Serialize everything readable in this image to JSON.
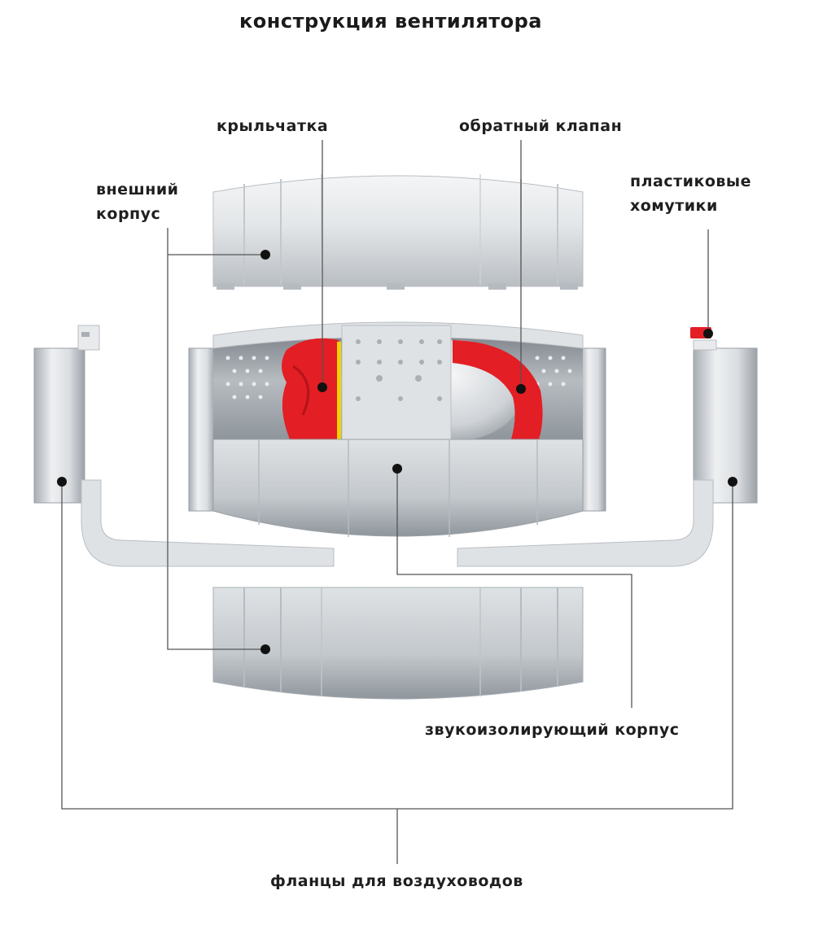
{
  "title": "конструкция вентилятора",
  "labels": {
    "impeller": "крыльчатка",
    "check_valve": "обратный клапан",
    "outer_casing_line1": "внешний",
    "outer_casing_line2": "корпус",
    "plastic_clamps_line1": "пластиковые",
    "plastic_clamps_line2": "хомутики",
    "soundproof_casing": "звукоизолирующий корпус",
    "duct_flanges": "фланцы для воздуховодов"
  },
  "colors": {
    "accent_red": "#e31e24",
    "body_light": "#e8eaec",
    "body_mid": "#c9cdd1",
    "body_dark": "#9aa0a6",
    "leader_line": "#555555",
    "marker_dot": "#111111",
    "yellow_ring": "#f2d200"
  }
}
